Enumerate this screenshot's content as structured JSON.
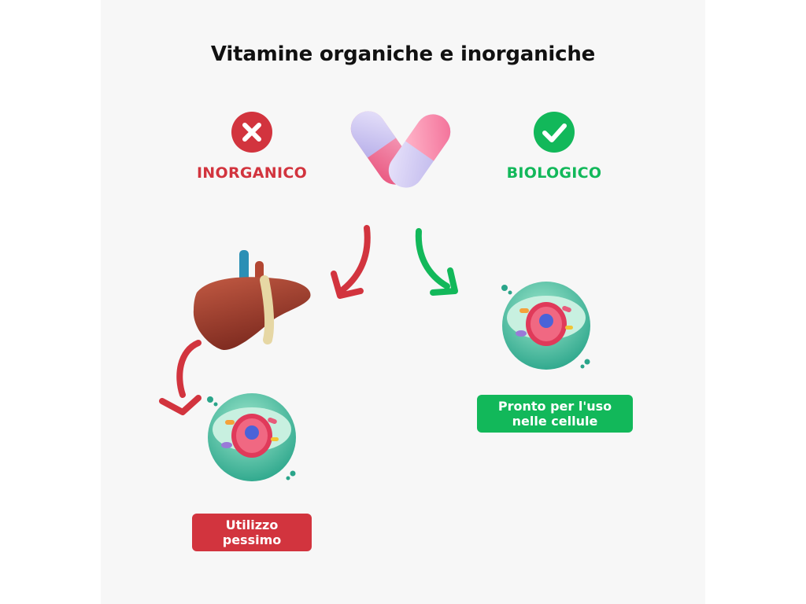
{
  "title": "Vitamine organiche e inorganiche",
  "inorganic": {
    "label": "INORGANICO",
    "icon": "x-circle-icon",
    "color": "#d2343e"
  },
  "organic": {
    "label": "BIOLOGICO",
    "icon": "check-circle-icon",
    "color": "#12b85a"
  },
  "outcomes": {
    "bad": "Utilizzo pessimo",
    "good": "Pronto per l'uso nelle cellule"
  },
  "illustrations": [
    "capsules-icon",
    "liver-icon",
    "cell-icon",
    "cell-icon"
  ]
}
